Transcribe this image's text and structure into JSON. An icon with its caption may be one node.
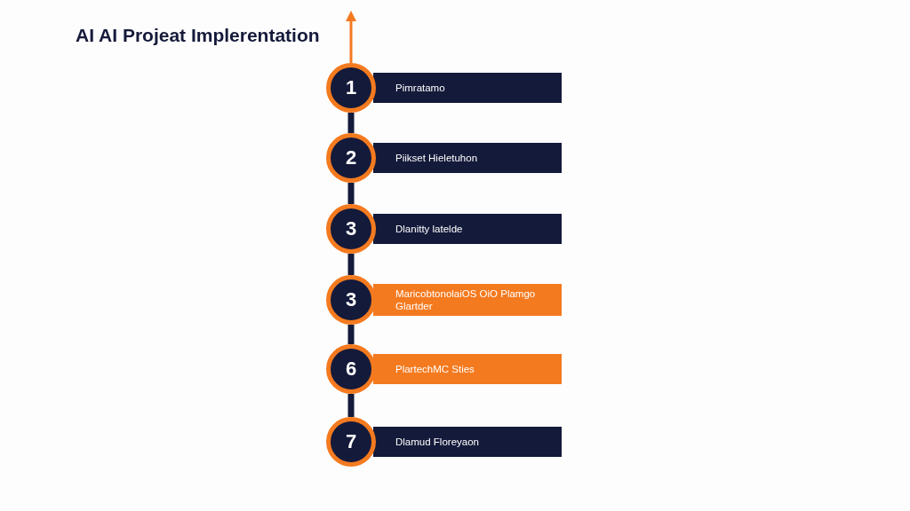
{
  "diagram": {
    "title": "AI AI Projeat Implerentation",
    "nodes": [
      {
        "text": [
          "1"
        ]
      },
      {
        "text": [
          "Pimratamo"
        ]
      },
      {
        "text": [
          "2"
        ]
      },
      {
        "text": [
          "Piikset Hieletuhon"
        ]
      },
      {
        "text": [
          "3"
        ]
      },
      {
        "text": [
          "Dlanitty latelde"
        ]
      },
      {
        "text": [
          "3"
        ]
      },
      {
        "text": [
          "MaricobtonolaiOS OiO Plamgo Glartder"
        ]
      },
      {
        "text": [
          "6"
        ]
      },
      {
        "text": [
          "PlartechMC Sties"
        ]
      },
      {
        "text": [
          "7"
        ]
      },
      {
        "text": [
          "Dlamud Floreyaon"
        ]
      }
    ],
    "edges": [
      {
        "from": 0,
        "to": null,
        "arrow": "to",
        "color": "#f47a1f"
      },
      {
        "from": 0,
        "to": 2,
        "arrow": "none"
      },
      {
        "from": 2,
        "to": 4,
        "arrow": "none"
      },
      {
        "from": 4,
        "to": 6,
        "arrow": "none"
      },
      {
        "from": 6,
        "to": 8,
        "arrow": "none"
      },
      {
        "from": 8,
        "to": 10,
        "arrow": "none"
      }
    ]
  }
}
